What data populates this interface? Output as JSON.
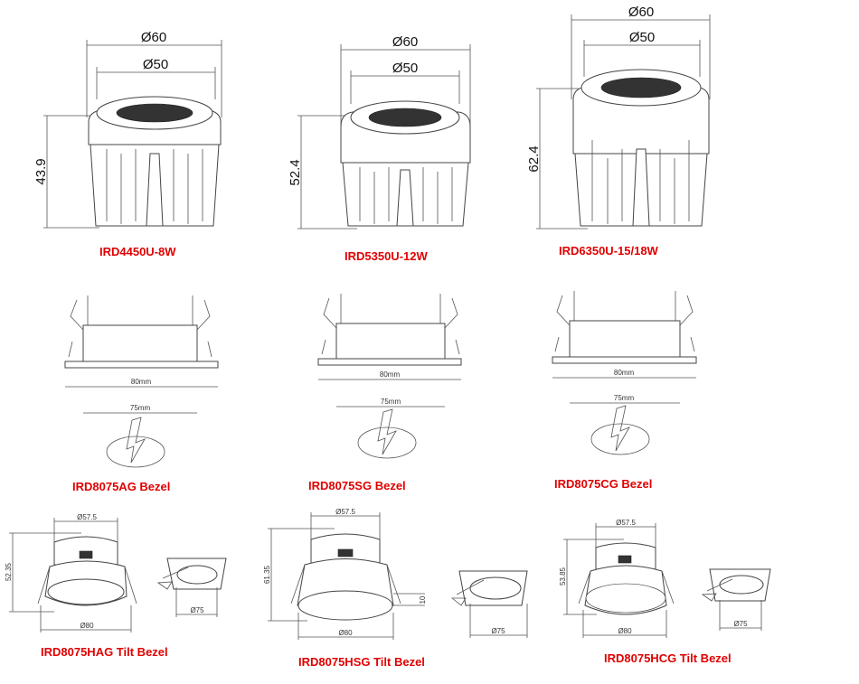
{
  "downlights": [
    {
      "model": "IRD4450U-8W",
      "outer_dia": "Ø60",
      "inner_dia": "Ø50",
      "height": "43.9"
    },
    {
      "model": "IRD5350U-12W",
      "outer_dia": "Ø60",
      "inner_dia": "Ø50",
      "height": "52.4"
    },
    {
      "model": "IRD6350U-15/18W",
      "outer_dia": "Ø60",
      "inner_dia": "Ø50",
      "height": "62.4"
    }
  ],
  "bezels": [
    {
      "model": "IRD8075AG  Bezel",
      "outer": "80mm",
      "cutout": "75mm"
    },
    {
      "model": "IRD8075SG  Bezel",
      "outer": "80mm",
      "cutout": "75mm"
    },
    {
      "model": "IRD8075CG  Bezel",
      "outer": "80mm",
      "cutout": "75mm"
    }
  ],
  "tilt_bezels": [
    {
      "model": "IRD8075HAG  Tilt Bezel",
      "top_dia": "Ø57.5",
      "height": "52.35",
      "outer_dia": "Ø80",
      "cutout": "Ø75"
    },
    {
      "model": "IRD8075HSG Tilt  Bezel",
      "top_dia": "Ø57.5",
      "height": "61.35",
      "outer_dia": "Ø80",
      "cutout": "Ø75",
      "recess": "10"
    },
    {
      "model": "IRD8075HCG Tilt Bezel",
      "top_dia": "Ø57.5",
      "height": "53.85",
      "outer_dia": "Ø80",
      "cutout": "Ø75"
    }
  ]
}
